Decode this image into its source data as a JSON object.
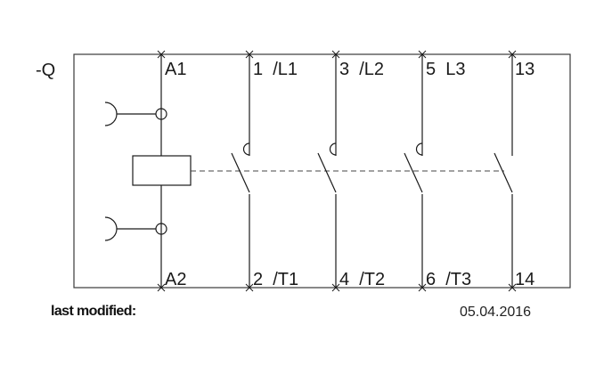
{
  "device": {
    "designation": "-Q",
    "type": "contactor"
  },
  "coil": {
    "top_terminal": "A1",
    "bottom_terminal": "A2"
  },
  "contacts": [
    {
      "id": "main-1",
      "kind": "main-NO",
      "top_label": "1  /L1",
      "bottom_label": "2  /T1"
    },
    {
      "id": "main-2",
      "kind": "main-NO",
      "top_label": "3  /L2",
      "bottom_label": "4  /T2"
    },
    {
      "id": "main-3",
      "kind": "main-NO",
      "top_label": "5  L3",
      "bottom_label": "6  /T3"
    },
    {
      "id": "aux-1",
      "kind": "auxiliary-NO",
      "top_label": "13",
      "bottom_label": "14"
    }
  ],
  "footer": {
    "label": "last modified:",
    "date": "05.04.2016"
  },
  "colors": {
    "line": "#1a1a1a",
    "frame": "#3a3a3a",
    "background": "#ffffff"
  }
}
